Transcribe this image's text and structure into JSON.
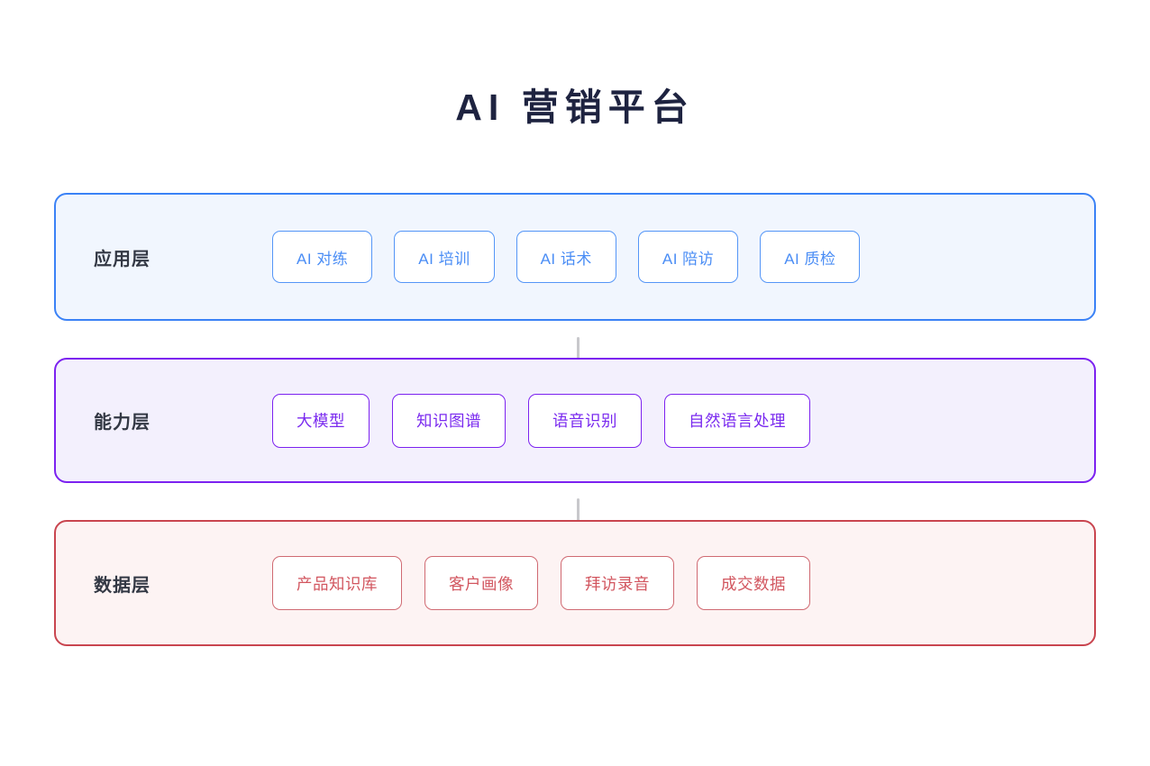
{
  "page": {
    "title": "AI 营销平台",
    "background_color": "#ffffff"
  },
  "diagram": {
    "type": "layered-architecture",
    "connector_color": "#c8c8cc",
    "layers": [
      {
        "id": "application",
        "label": "应用层",
        "accent_color": "#3b82f6",
        "background_color": "#f1f6fe",
        "text_color": "#4a8df5",
        "items": [
          {
            "label": "AI 对练"
          },
          {
            "label": "AI 培训"
          },
          {
            "label": "AI 话术"
          },
          {
            "label": "AI 陪访"
          },
          {
            "label": "AI 质检"
          }
        ]
      },
      {
        "id": "capability",
        "label": "能力层",
        "accent_color": "#7c22f0",
        "background_color": "#f3f0fd",
        "text_color": "#7a2aef",
        "items": [
          {
            "label": "大模型"
          },
          {
            "label": "知识图谱"
          },
          {
            "label": "语音识别"
          },
          {
            "label": "自然语言处理"
          }
        ]
      },
      {
        "id": "data",
        "label": "数据层",
        "accent_color": "#c9454f",
        "background_color": "#fdf3f3",
        "text_color": "#d2565f",
        "items": [
          {
            "label": "产品知识库"
          },
          {
            "label": "客户画像"
          },
          {
            "label": "拜访录音"
          },
          {
            "label": "成交数据"
          }
        ]
      }
    ]
  }
}
